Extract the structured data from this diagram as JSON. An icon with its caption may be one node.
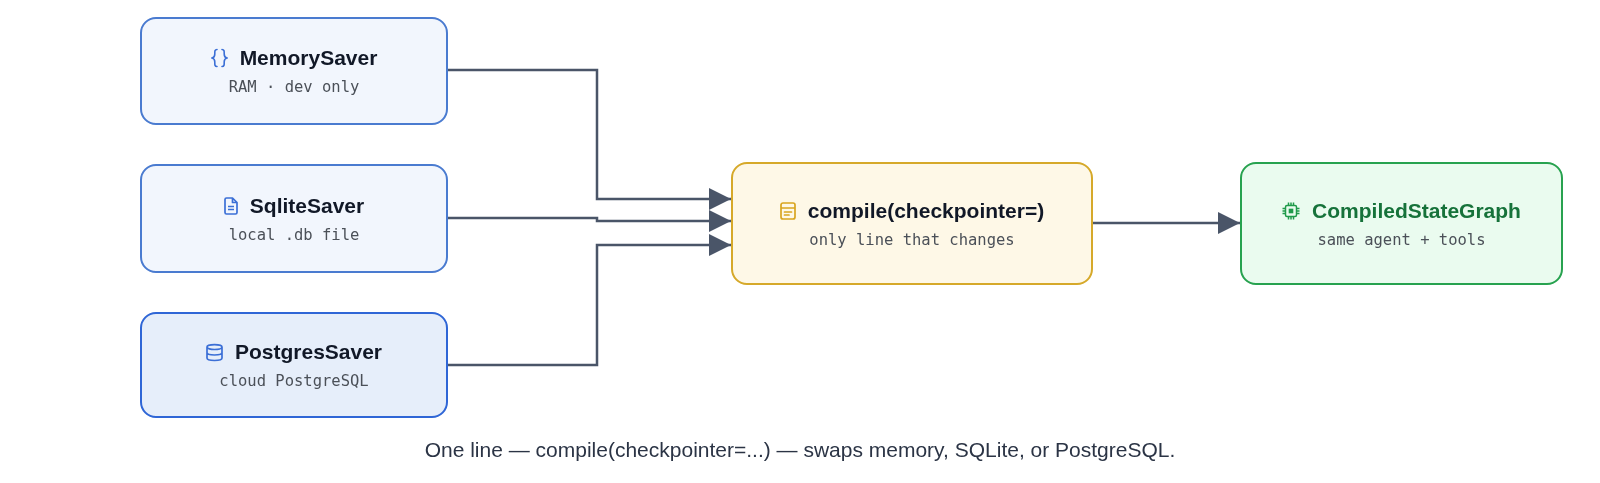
{
  "diagram": {
    "nodes": [
      {
        "text": [
          "MemorySaver",
          "RAM · dev only"
        ]
      },
      {
        "text": [
          "SqliteSaver",
          "local .db file"
        ]
      },
      {
        "text": [
          "PostgresSaver",
          "cloud PostgreSQL"
        ]
      },
      {
        "text": [
          "compile(checkpointer=)",
          "only line that changes"
        ]
      },
      {
        "text": [
          "CompiledStateGraph",
          "same agent + tools"
        ]
      }
    ],
    "edges": [
      {
        "from": 0,
        "to": 3,
        "arrow": "to"
      },
      {
        "from": 1,
        "to": 3,
        "arrow": "to"
      },
      {
        "from": 2,
        "to": 3,
        "arrow": "to"
      },
      {
        "from": 3,
        "to": 4,
        "arrow": "to"
      }
    ],
    "caption": "One line — compile(checkpointer=...) — swaps memory, SQLite, or PostgreSQL."
  }
}
